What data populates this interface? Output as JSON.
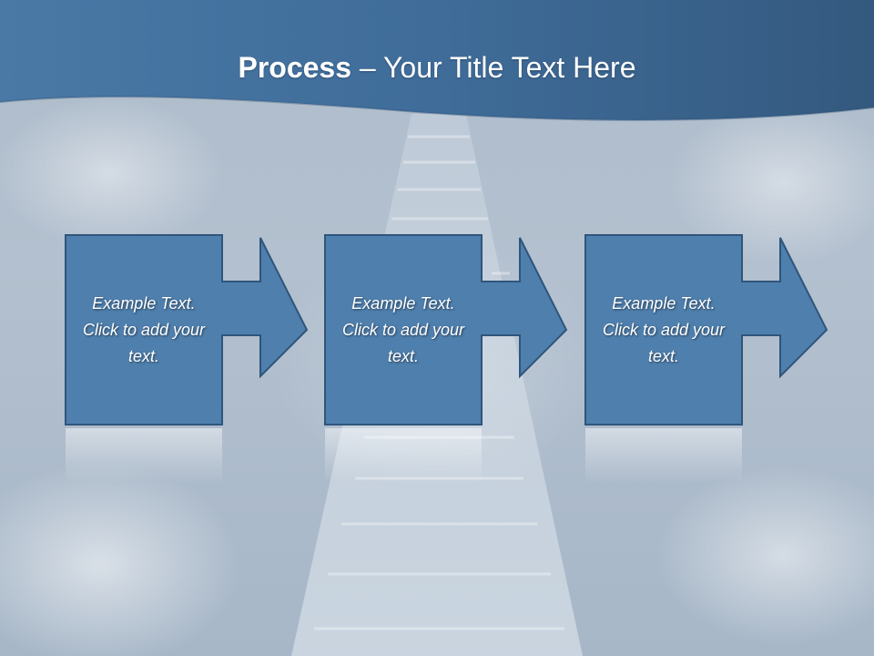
{
  "slide": {
    "title_bold": "Process",
    "title_rest": " – Your Title Text Here"
  },
  "steps": [
    {
      "text": "Example Text.  Click  to add your text."
    },
    {
      "text": "Example Text.  Click  to add your text."
    },
    {
      "text": "Example Text.  Click  to add your text."
    }
  ],
  "colors": {
    "header_band": "#3f6b98",
    "step_fill": "#4f7fad",
    "step_border": "#2f557b"
  }
}
